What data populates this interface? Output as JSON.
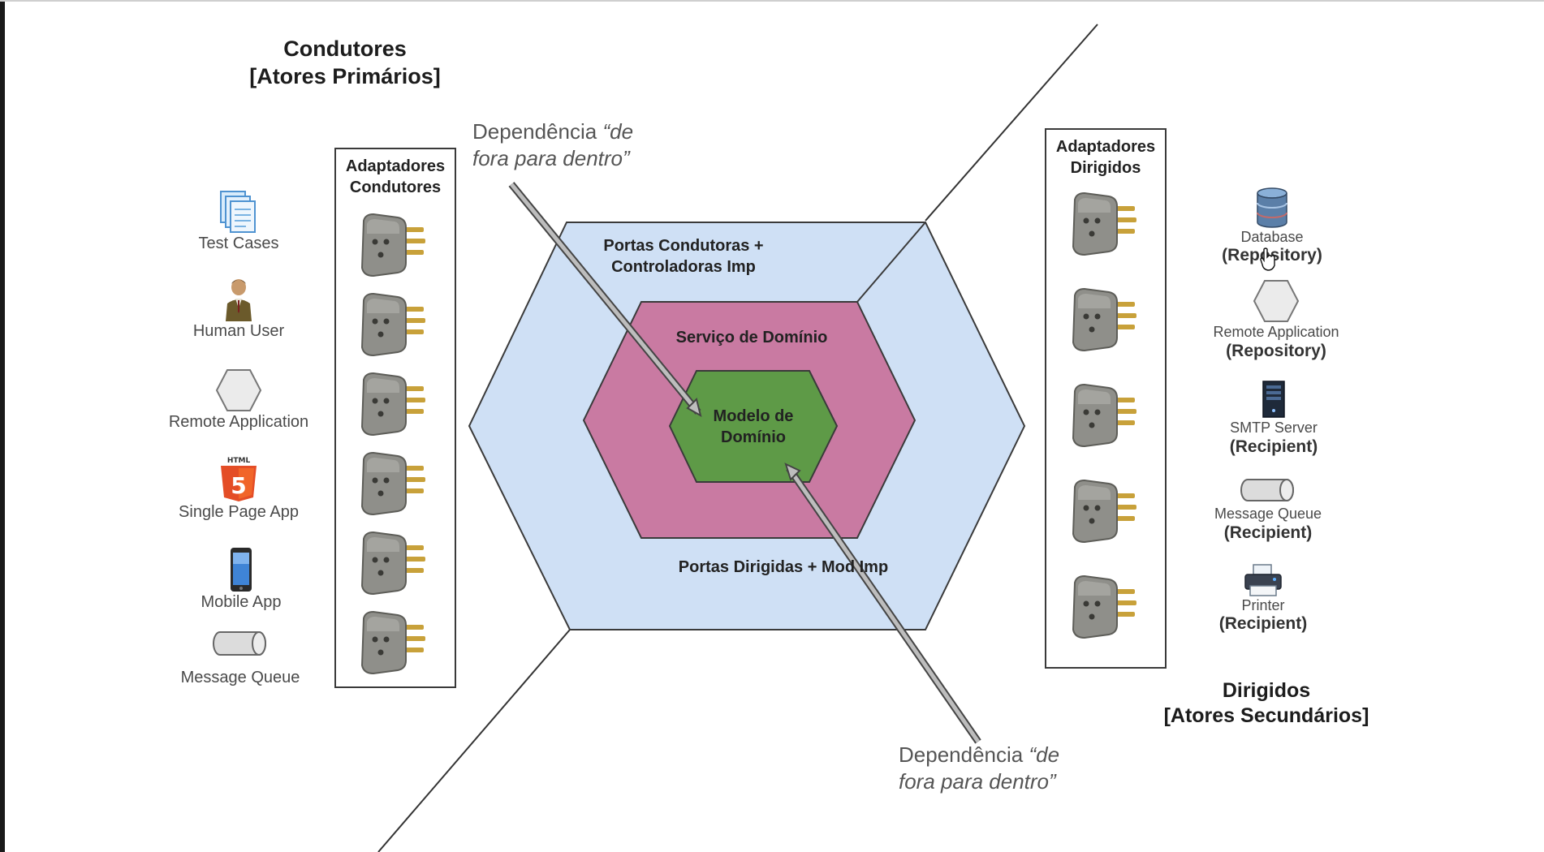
{
  "primary": {
    "title_line1": "Condutores",
    "title_line2": "[Atores Primários]",
    "adapter_title_line1": "Adaptadores",
    "adapter_title_line2": "Condutores",
    "actors": [
      {
        "label": "Test Cases",
        "icon": "test-cases-icon"
      },
      {
        "label": "Human User",
        "icon": "human-user-icon"
      },
      {
        "label": "Remote Application",
        "icon": "remote-application-icon"
      },
      {
        "label": "Single Page App",
        "icon": "html5-icon"
      },
      {
        "label": "Mobile App",
        "icon": "mobile-phone-icon"
      },
      {
        "label": "Message Queue",
        "icon": "message-queue-icon"
      }
    ],
    "plug_count": 6
  },
  "secondary": {
    "title_line1": "Dirigidos",
    "title_line2": "[Atores Secundários]",
    "adapter_title_line1": "Adaptadores",
    "adapter_title_line2": "Dirigidos",
    "actors": [
      {
        "label": "Database",
        "role": "(Repository)",
        "icon": "database-icon"
      },
      {
        "label": "Remote Application",
        "role": "(Repository)",
        "icon": "remote-application-icon"
      },
      {
        "label": "SMTP Server",
        "role": "(Recipient)",
        "icon": "server-icon"
      },
      {
        "label": "Message Queue",
        "role": "(Recipient)",
        "icon": "message-queue-icon"
      },
      {
        "label": "Printer",
        "role": "(Recipient)",
        "icon": "printer-icon"
      }
    ],
    "plug_count": 5
  },
  "layers": {
    "outer_line1": "Portas Condutoras +",
    "outer_line2": "Controladoras Imp",
    "outer_bottom": "Portas Dirigidas + Mod Imp",
    "middle": "Serviço de Domínio",
    "inner_line1": "Modelo de",
    "inner_line2": "Domínio"
  },
  "dependency_notes": [
    {
      "normal": "Dependência ",
      "italic_a": "“de",
      "italic_b": "fora para dentro”"
    },
    {
      "normal": "Dependência ",
      "italic_a": "“de",
      "italic_b": "fora para dentro”"
    }
  ],
  "colors": {
    "outer_hex": "#cfe0f5",
    "middle_hex": "#c97aa2",
    "inner_hex": "#5e9a47",
    "plug_body": "#8f8f8a",
    "plug_pins": "#c8a13a"
  }
}
